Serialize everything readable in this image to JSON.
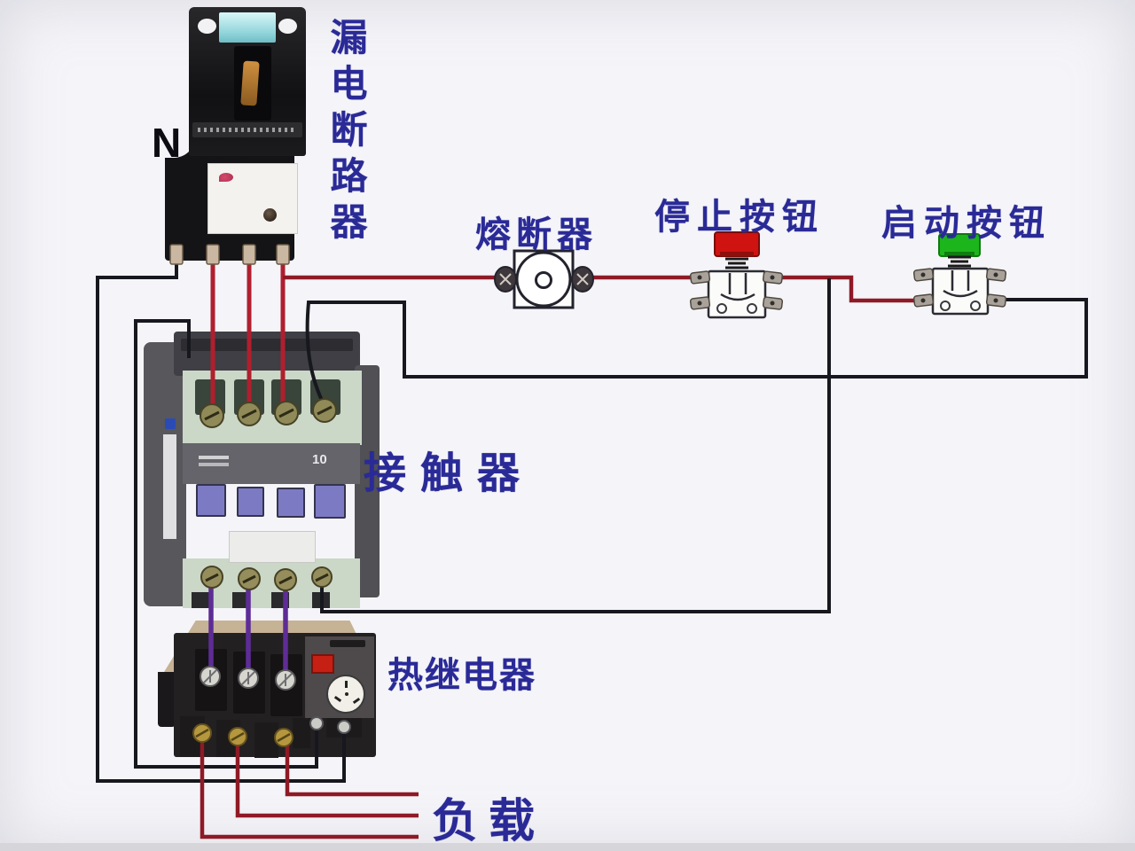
{
  "labels": {
    "breaker": "漏电断路器",
    "fuse": "熔断器",
    "stop_button": "停止按钮",
    "start_button": "启动按钮",
    "contactor": "接触器",
    "thermal_relay": "热继电器",
    "load": "负载",
    "neutral_marker": "N"
  },
  "markings": {
    "contactor_rating": "10"
  },
  "colors": {
    "bg": "#f5f5f9",
    "label_text": "#2a2a97",
    "wire_black": "#17171f",
    "wire_red": "#b01f2e",
    "wire_darkred": "#8e1a26",
    "wire_purple": "#5e2c96",
    "cap_red": "#ce1310",
    "cap_green": "#1db51c"
  },
  "wires": [
    {
      "name": "neutral",
      "color_key": "wire_black",
      "from": "breaker terminal 1 (N)",
      "to": "thermal relay aux terminal 96"
    },
    {
      "name": "coil-return-loop",
      "color_key": "wire_black",
      "from": "contactor coil area (top-left)",
      "to": "thermal relay aux terminal 95"
    },
    {
      "name": "phase-L1",
      "color_key": "wire_red",
      "from": "breaker terminal 2",
      "to": "contactor main terminal 1"
    },
    {
      "name": "phase-L2",
      "color_key": "wire_red",
      "from": "breaker terminal 3",
      "to": "contactor main terminal 2"
    },
    {
      "name": "phase-L3",
      "color_key": "wire_red",
      "from": "breaker terminal 4",
      "to": "contactor main terminal 3 and fuse"
    },
    {
      "name": "fuse-to-stop",
      "color_key": "wire_red",
      "from": "fuse",
      "to": "stop button"
    },
    {
      "name": "stop-to-start",
      "color_key": "wire_darkred",
      "from": "stop button",
      "to": "start button"
    },
    {
      "name": "start-to-contactor-aux",
      "color_key": "wire_black",
      "from": "start button",
      "to": "contactor aux terminal (top right)"
    },
    {
      "name": "junction-to-contactor-aux",
      "color_key": "wire_black",
      "from": "stop/start junction",
      "to": "contactor aux terminal (bottom right)"
    },
    {
      "name": "contactor-to-relay",
      "color_key": "wire_purple",
      "from": "contactor bottom terminals 1-3",
      "to": "thermal relay top terminals"
    },
    {
      "name": "relay-to-load",
      "color_key": "wire_darkred",
      "from": "thermal relay bottom terminals",
      "to": "load"
    }
  ]
}
